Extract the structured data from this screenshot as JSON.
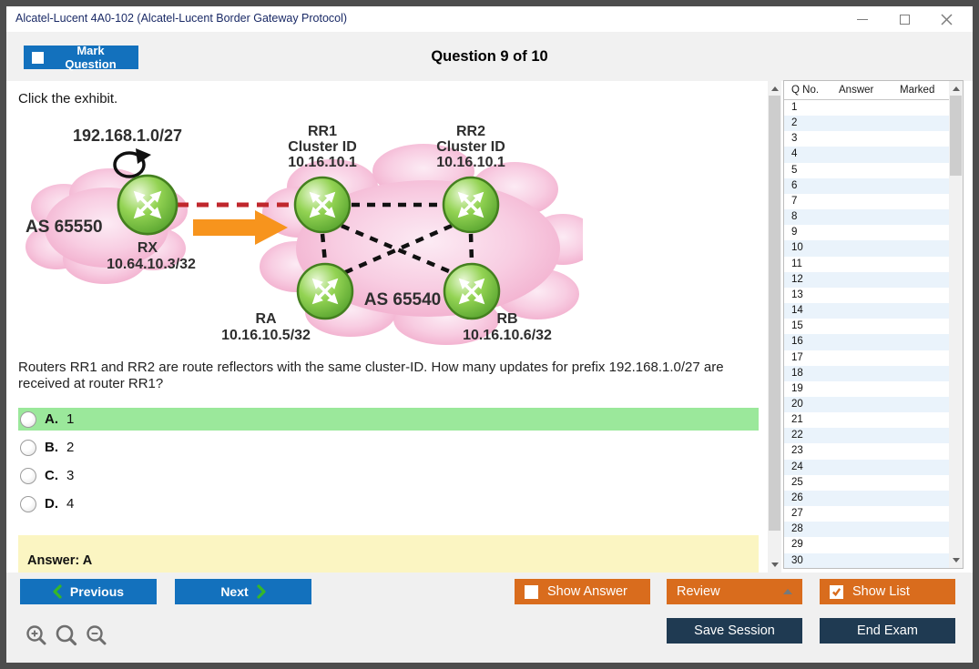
{
  "window": {
    "title": "Alcatel-Lucent 4A0-102 (Alcatel-Lucent Border Gateway Protocol)"
  },
  "header": {
    "mark_question_label": "Mark Question",
    "question_counter": "Question 9 of 10"
  },
  "question": {
    "exhibit_prompt": "Click the exhibit.",
    "text_line1": "Routers RR1 and RR2 are route reflectors with the same cluster-ID. How many updates for prefix 192.168.1.0/27 are",
    "text_line2": "received at router RR1?",
    "options": [
      {
        "letter": "A.",
        "text": "1",
        "highlighted": true
      },
      {
        "letter": "B.",
        "text": "2",
        "highlighted": false
      },
      {
        "letter": "C.",
        "text": "3",
        "highlighted": false
      },
      {
        "letter": "D.",
        "text": "4",
        "highlighted": false
      }
    ],
    "answer_label": "Answer: A"
  },
  "diagram": {
    "prefix_label": "192.168.1.0/27",
    "as_left": "AS 65550",
    "as_right": "AS 65540",
    "rx": {
      "name": "RX",
      "ip": "10.64.10.3/32"
    },
    "rr1": {
      "name": "RR1",
      "line2": "Cluster ID",
      "line3": "10.16.10.1"
    },
    "rr2": {
      "name": "RR2",
      "line2": "Cluster ID",
      "line3": "10.16.10.1"
    },
    "ra": {
      "name": "RA",
      "ip": "10.16.10.5/32"
    },
    "rb": {
      "name": "RB",
      "ip": "10.16.10.6/32"
    }
  },
  "sidebar": {
    "columns": [
      "Q No.",
      "Answer",
      "Marked"
    ],
    "rows": [
      "1",
      "2",
      "3",
      "4",
      "5",
      "6",
      "7",
      "8",
      "9",
      "10",
      "11",
      "12",
      "13",
      "14",
      "15",
      "16",
      "17",
      "18",
      "19",
      "20",
      "21",
      "22",
      "23",
      "24",
      "25",
      "26",
      "27",
      "28",
      "29",
      "30"
    ]
  },
  "footer": {
    "previous_label": "Previous",
    "next_label": "Next",
    "show_answer_label": "Show Answer",
    "review_label": "Review",
    "show_list_label": "Show List",
    "save_session_label": "Save Session",
    "end_exam_label": "End Exam"
  },
  "icons": [
    "minimize-icon",
    "maximize-icon",
    "close-icon",
    "checkbox-icon",
    "dropdown-up-icon",
    "zoom-in-icon",
    "zoom-icon",
    "zoom-out-icon"
  ],
  "colors": {
    "button_blue": "#1371bd",
    "button_orange": "#d96c1d",
    "button_navy": "#1f3a52",
    "chevron_green": "#35b729",
    "highlight_green": "#9be89b",
    "answer_yellow": "#fbf5c2",
    "row_alternate": "#eaf3fb",
    "title_text": "#1a2a66"
  }
}
